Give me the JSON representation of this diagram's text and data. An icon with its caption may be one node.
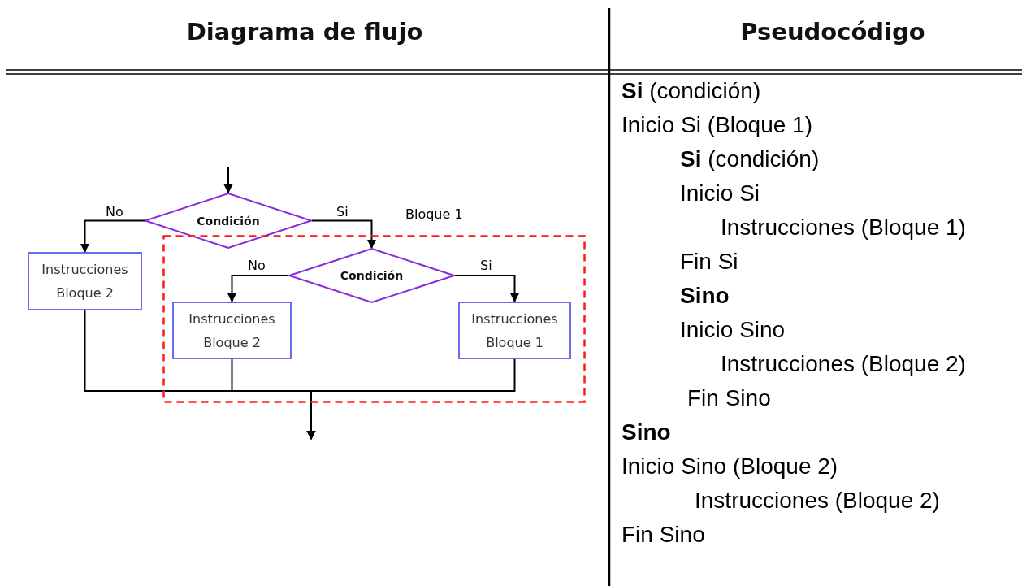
{
  "diagram": {
    "nodes": [
      {
        "text": [
          "Condición"
        ]
      },
      {
        "text": [
          "Instrucciones Bloque 2"
        ]
      },
      {
        "text": [
          "Bloque 1"
        ]
      },
      {
        "text": [
          "Condición"
        ],
        "in": 2
      },
      {
        "text": [
          "Instrucciones Bloque 2"
        ],
        "in": 2
      },
      {
        "text": [
          "Instrucciones Bloque 1"
        ],
        "in": 2
      }
    ],
    "edges": [
      {
        "from": null,
        "to": 0,
        "arrow": "to"
      },
      {
        "from": 0,
        "to": 1,
        "label": "No",
        "arrow": "to"
      },
      {
        "from": 0,
        "to": 3,
        "label": "Si",
        "arrow": "to"
      },
      {
        "from": 3,
        "to": 4,
        "label": "No",
        "arrow": "to"
      },
      {
        "from": 3,
        "to": 5,
        "label": "Si",
        "arrow": "to"
      },
      {
        "from": 1,
        "to": null,
        "arrow": "to"
      },
      {
        "from": 4,
        "to": null,
        "arrow": "to"
      },
      {
        "from": 5,
        "to": null,
        "arrow": "to"
      }
    ],
    "labels": [
      "Diagrama de flujo",
      "Pseudocódigo",
      "**Si** (condición)",
      "Inicio Si (Bloque 1)",
      "**Si** (condición)",
      "Inicio Si",
      "Instrucciones (Bloque 1)",
      "Fin Si",
      "**Sino**",
      "Inicio Sino",
      "Instrucciones (Bloque 2)",
      "Fin Sino",
      "**Sino**",
      "Inicio Sino (Bloque 2)",
      "Instrucciones (Bloque 2)",
      "Fin Sino"
    ]
  }
}
